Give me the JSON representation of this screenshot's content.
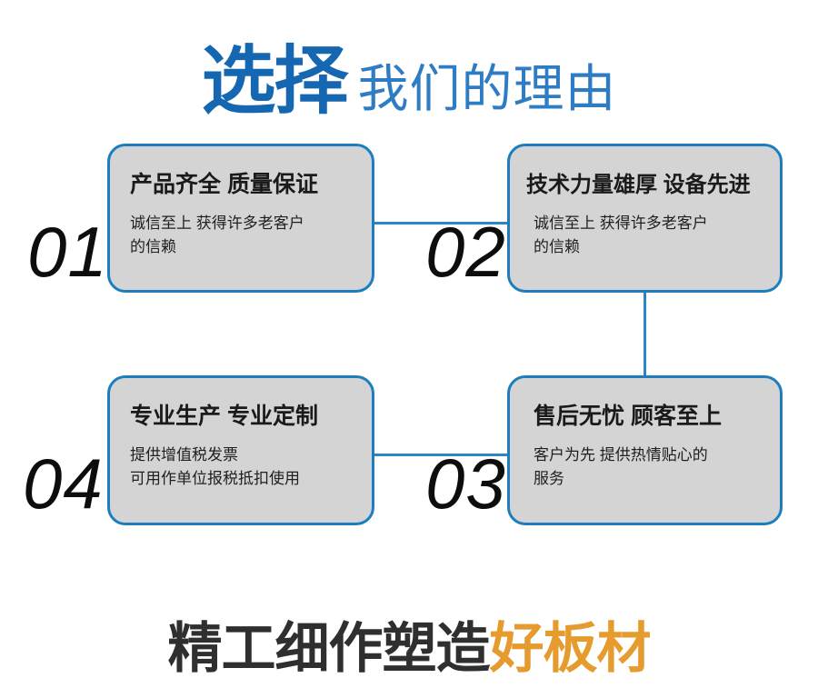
{
  "header": {
    "strong_text": "选择",
    "light_text": "我们的理由",
    "strong_color": "#1667b2",
    "light_color": "#2e7cc4"
  },
  "cards": [
    {
      "number": "01",
      "title": "产品齐全 质量保证",
      "body_lines": [
        "诚信至上 获得许多老客户",
        "的信赖"
      ]
    },
    {
      "number": "02",
      "title": "技术力量雄厚 设备先进",
      "body_lines": [
        "诚信至上 获得许多老客户",
        "的信赖"
      ]
    },
    {
      "number": "03",
      "title": "售后无忧 顾客至上",
      "body_lines": [
        "客户为先 提供热情贴心的",
        "服务"
      ]
    },
    {
      "number": "04",
      "title": "专业生产 专业定制",
      "body_lines": [
        "提供增值税发票",
        "可用作单位报税抵扣使用"
      ]
    }
  ],
  "tagline": {
    "dark_text": "精工细作塑造",
    "accent_text": "好板材",
    "dark_color": "#2f2f2f",
    "accent_color": "#e59b2d"
  },
  "theme": {
    "card_fill": "#d4d4d4",
    "card_border": "#1d7ebd",
    "connector_color": "#2b86c8",
    "background": "#ffffff"
  }
}
